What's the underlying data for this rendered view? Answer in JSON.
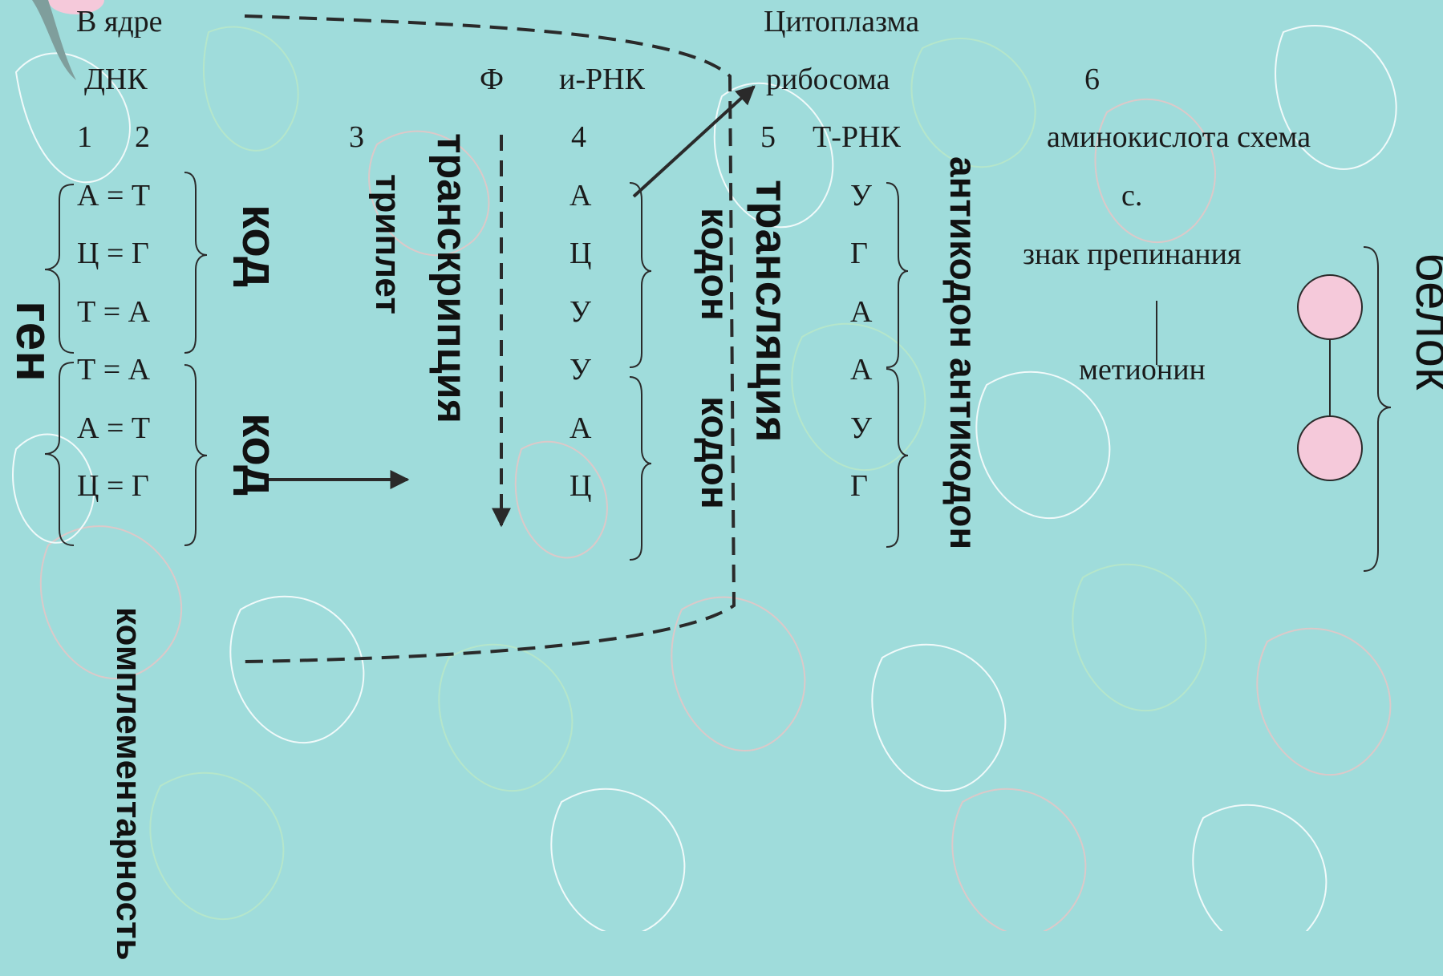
{
  "labels": {
    "nucleus": "В ядре",
    "cytoplasm": "Цитоплазма",
    "dna": "ДНК",
    "f": "Ф",
    "mrna": "и-РНК",
    "ribosome": "рибосома",
    "n1": "1",
    "n2": "2",
    "n3": "3",
    "n4": "4",
    "n5": "5",
    "n6": "6",
    "trna": "Т-РНК",
    "aminoacid_scheme": "аминокислота  схема",
    "s": "с.",
    "punctuation": "знак препинания",
    "methionine": "метионин"
  },
  "dna_pairs": [
    "А = Т",
    "Ц = Г",
    "Т = А",
    "Т = А",
    "А = Т",
    "Ц = Г"
  ],
  "mrna_letters": [
    "А",
    "Ц",
    "У",
    "У",
    "А",
    "Ц"
  ],
  "trna_letters": [
    "У",
    "Г",
    "А",
    "А",
    "У",
    "Г"
  ],
  "vertical": {
    "gen": "ген",
    "kod1": "код",
    "kod2": "код",
    "triplet": "триплет",
    "complementarity": "комплементарность",
    "transcription": "транскрипция",
    "kodon1": "кодон",
    "kodon2": "кодон",
    "translation": "трансляция",
    "anticodon1": "антикодон",
    "anticodon2": "антикодон",
    "protein": "белок"
  },
  "colors": {
    "background": "#9fdcdb",
    "circle_fill": "#f5c9da",
    "ink": "#1b1b1b"
  }
}
